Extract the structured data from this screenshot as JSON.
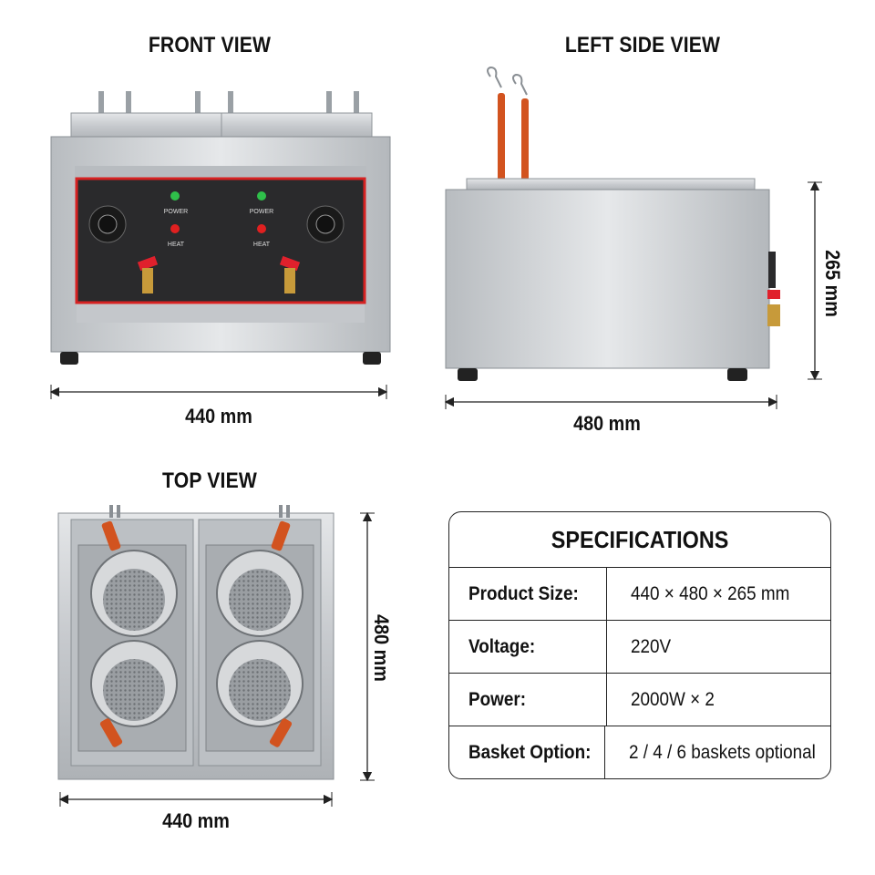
{
  "views": {
    "front": {
      "title": "FRONT VIEW",
      "width_label": "440 mm",
      "panel": {
        "power_label": "POWER",
        "heat_label": "HEAT"
      }
    },
    "side": {
      "title": "LEFT SIDE VIEW",
      "depth_label": "480 mm",
      "height_label": "265 mm"
    },
    "top": {
      "title": "TOP VIEW",
      "width_label": "440 mm",
      "depth_label": "480 mm"
    }
  },
  "specifications": {
    "title": "SPECIFICATIONS",
    "rows": [
      {
        "key": "Product Size:",
        "value": "440 × 480 × 265 mm"
      },
      {
        "key": "Voltage:",
        "value": "220V"
      },
      {
        "key": "Power:",
        "value": "2000W × 2"
      },
      {
        "key": "Basket Option:",
        "value": "2 / 4 / 6 baskets optional"
      }
    ]
  },
  "colors": {
    "steel": "#c9cccf",
    "steel_dark": "#9ea3a8",
    "panel": "#2a2a2c",
    "panel_border": "#d62222",
    "indicator_green": "#2fbf4a",
    "indicator_red": "#e02020",
    "handle": "#d2531f",
    "brass": "#c79a3a",
    "valve_red": "#e0202c"
  }
}
